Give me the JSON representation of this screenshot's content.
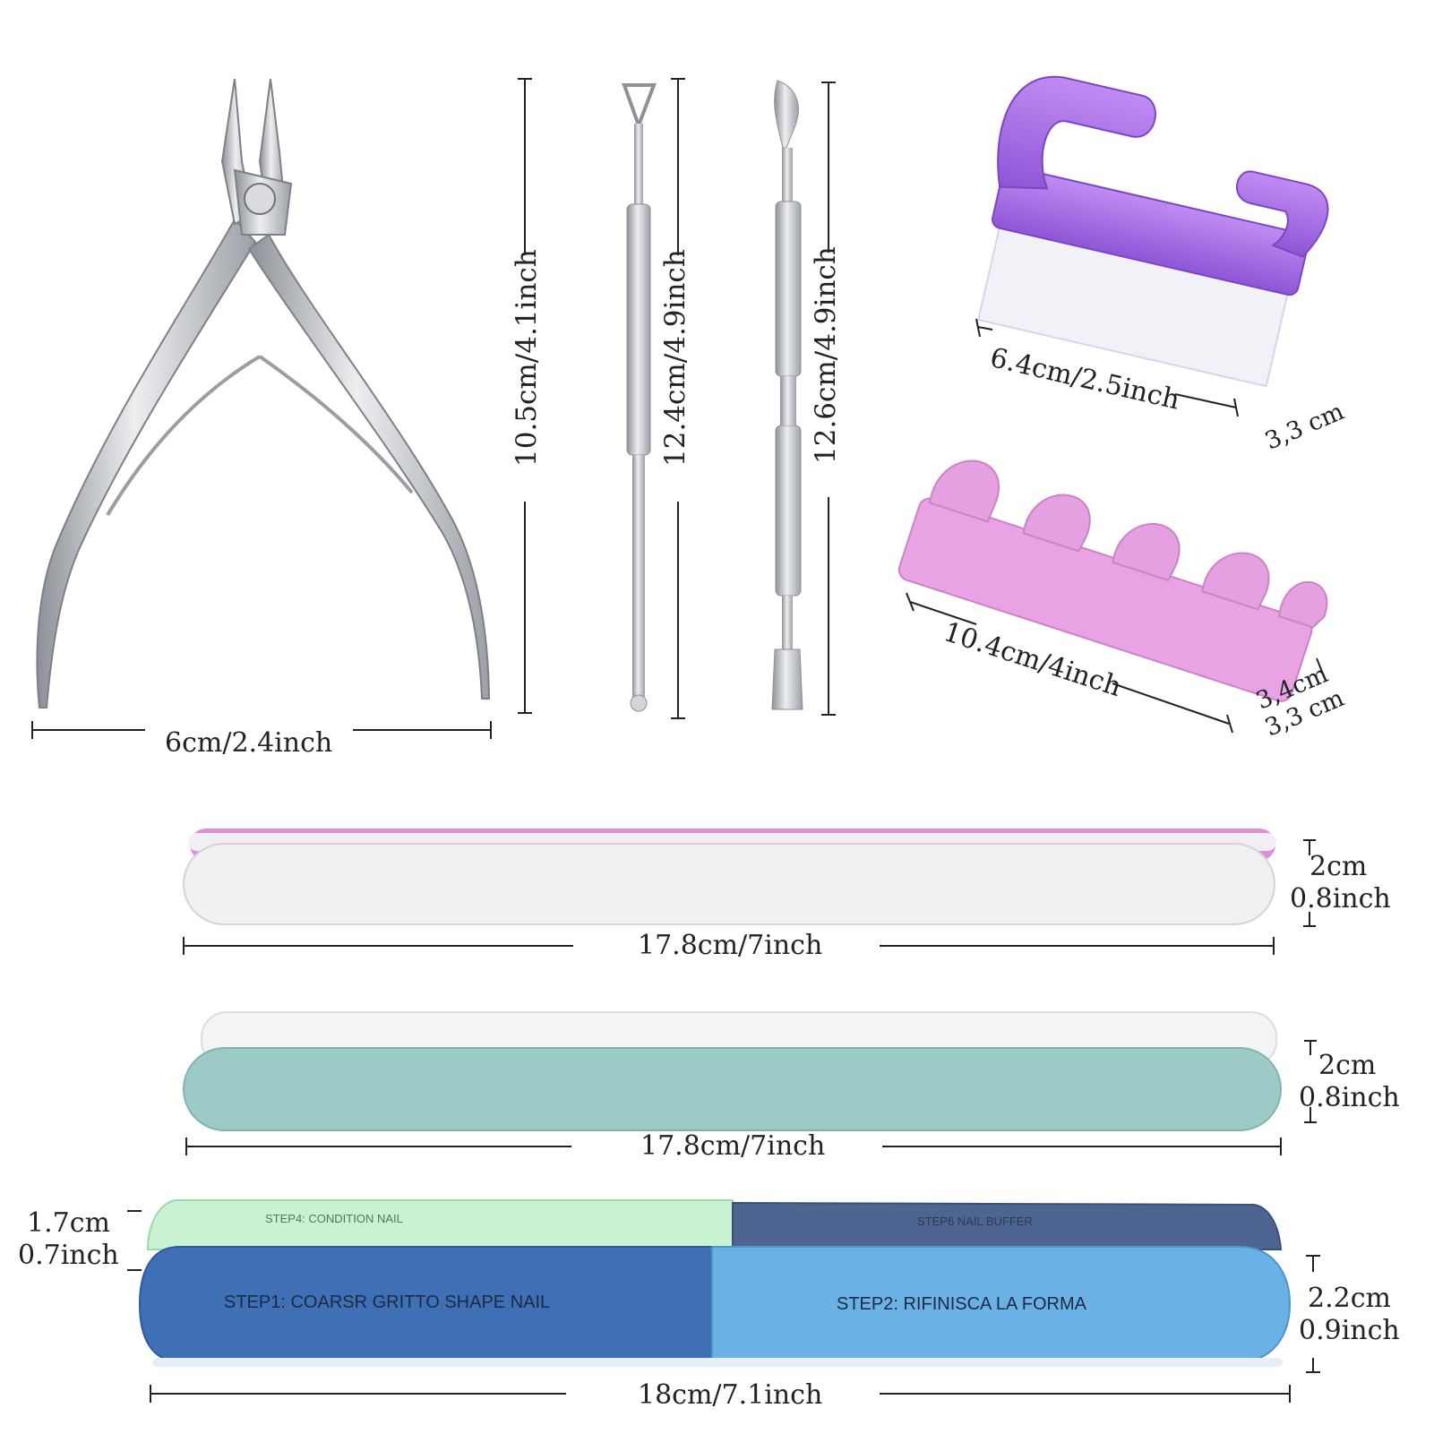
{
  "colors": {
    "steel": "#c9cbce",
    "steel_dark": "#8d9096",
    "brush_purple": "#a66fe0",
    "bristle": "#f4f2fa",
    "separator_pink": "#e9a3e4",
    "file_white": "#f1f1f3",
    "file_pink_edge": "#df8fd8",
    "file_teal": "#9ccbc7",
    "buffer_green": "#c9f3d0",
    "buffer_navy": "#4d6590",
    "buffer_blue": "#3f6fb5",
    "buffer_light_blue": "#6ab1e6"
  },
  "items": {
    "nipper": {
      "width": "6cm/2.4inch",
      "height": "10.5cm/4.1inch"
    },
    "pusher_1": {
      "height": "12.4cm/4.9inch"
    },
    "pusher_2": {
      "height": "12.6cm/4.9inch"
    },
    "brush": {
      "length": "6.4cm/2.5inch",
      "depth": "3,3 cm"
    },
    "separator": {
      "length": "10.4cm/4inch",
      "width": "3,4cm",
      "depth": "3,3 cm"
    },
    "file_1": {
      "length": "17.8cm/7inch",
      "height_cm": "2cm",
      "height_inch": "0.8inch"
    },
    "file_2": {
      "length": "17.8cm/7inch",
      "height_cm": "2cm",
      "height_inch": "0.8inch"
    },
    "buffer": {
      "length": "18cm/7.1inch",
      "top_height_cm": "1.7cm",
      "top_height_inch": "0.7inch",
      "height_cm": "2.2cm",
      "height_inch": "0.9inch",
      "step1": "STEP1: COARSR GRITTO SHAPE NAIL",
      "step2": "STEP2: RIFINISCA LA FORMA",
      "step4": "STEP4: CONDITION NAIL",
      "step6": "STEP6 NAIL BUFFER"
    }
  }
}
